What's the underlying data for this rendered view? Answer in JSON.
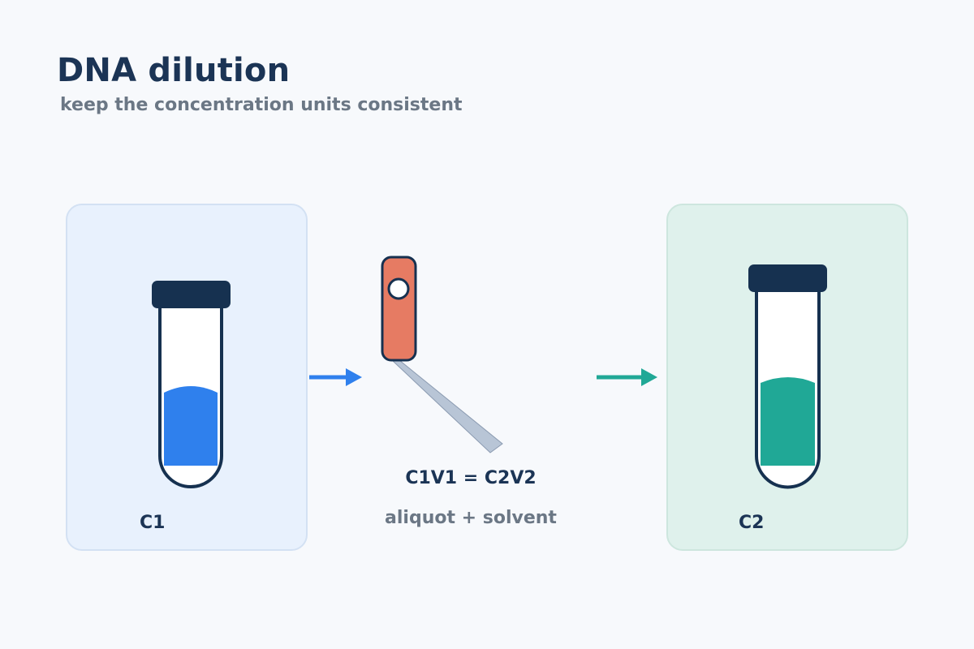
{
  "header": {
    "title": "DNA dilution",
    "subtitle": "keep the concentration units consistent"
  },
  "stock": {
    "label": "C1"
  },
  "diluted": {
    "label": "C2"
  },
  "center": {
    "equation": "C1V1 = C2V2",
    "caption": "aliquot + solvent"
  },
  "colors": {
    "stock_liquid": "#2f80ed",
    "diluted_liquid": "#20a896",
    "cap": "#163150",
    "pipette_body": "#e67b63",
    "pipette_tip": "#b8c5d6",
    "arrow_left": "#2f80ed",
    "arrow_right": "#20a896"
  },
  "icons": [
    "stock-tube-icon",
    "pipette-icon",
    "diluted-tube-icon",
    "arrow-right-icon"
  ]
}
